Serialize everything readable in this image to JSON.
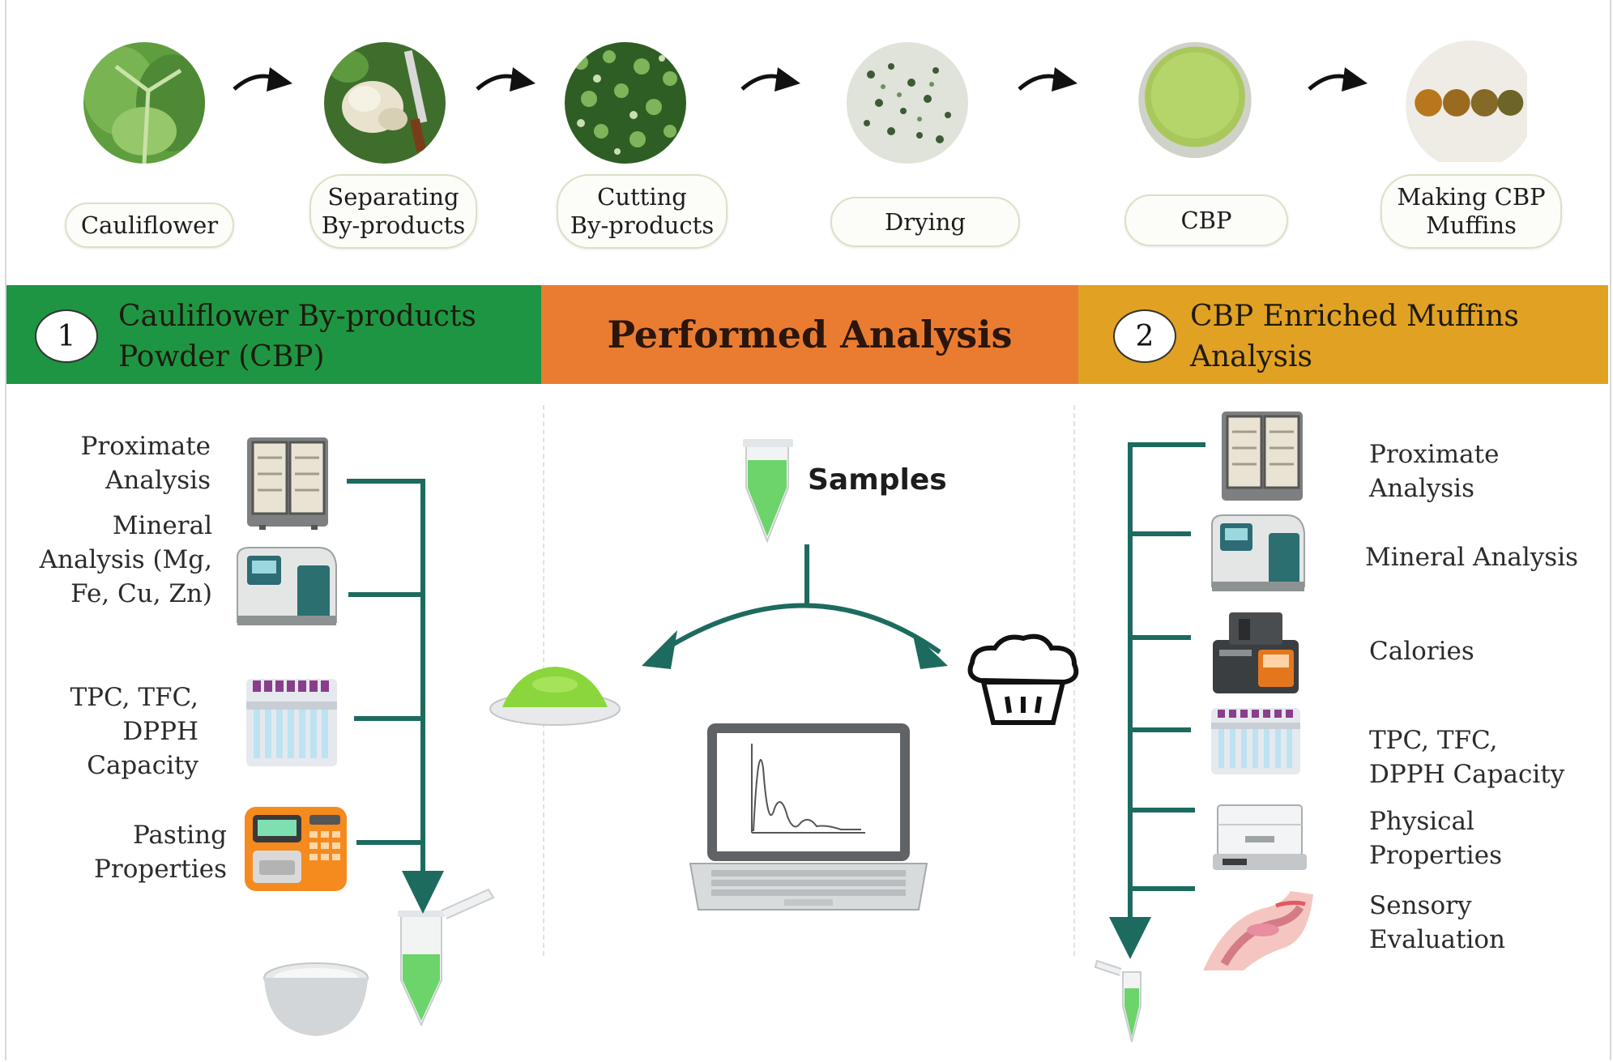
{
  "process_steps": [
    {
      "label": "Cauliflower"
    },
    {
      "label": "Separating\nBy-products"
    },
    {
      "label": "Cutting\nBy-products"
    },
    {
      "label": "Drying"
    },
    {
      "label": "CBP"
    },
    {
      "label": "Making CBP\nMuffins"
    }
  ],
  "banner": {
    "left": {
      "number": "1",
      "title": "Cauliflower By-products\nPowder (CBP)",
      "color": "#1e9542"
    },
    "center": {
      "title": "Performed Analysis",
      "color": "#ea7c32"
    },
    "right": {
      "number": "2",
      "title": "CBP Enriched Muffins\nAnalysis",
      "color": "#e1a122"
    }
  },
  "left_analyses": [
    {
      "label": "Proximate\nAnalysis",
      "icon": "oven-icon"
    },
    {
      "label": "Mineral\nAnalysis (Mg,\nFe, Cu, Zn)",
      "icon": "spectrometer-icon"
    },
    {
      "label": "TPC, TFC,\nDPPH\nCapacity",
      "icon": "test-tubes-icon"
    },
    {
      "label": "Pasting\nProperties",
      "icon": "viscometer-icon"
    }
  ],
  "center": {
    "samples_label": "Samples"
  },
  "right_analyses": [
    {
      "label": "Proximate\nAnalysis",
      "icon": "oven-icon"
    },
    {
      "label": "Mineral Analysis",
      "icon": "spectrometer-icon"
    },
    {
      "label": "Calories",
      "icon": "calorimeter-icon"
    },
    {
      "label": "TPC, TFC,\nDPPH Capacity",
      "icon": "test-tubes-icon"
    },
    {
      "label": "Physical\nProperties",
      "icon": "balance-icon"
    },
    {
      "label": "Sensory\nEvaluation",
      "icon": "taste-icon"
    }
  ],
  "colors": {
    "flow_arrow": "#1d6b5f",
    "tube_liquid": "#6cd46a",
    "powder": "#8bd63c"
  }
}
